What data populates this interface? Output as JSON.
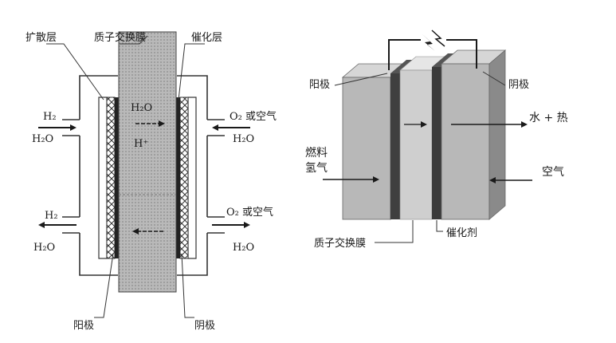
{
  "left_diagram": {
    "labels": {
      "diffusion_layer": "扩散层",
      "pem": "质子交换膜",
      "catalyst_layer": "催化层",
      "anode": "阳极",
      "cathode": "阴极",
      "h2o_center": "H₂O",
      "h_plus": "H⁺",
      "inlet_left_top": "H₂",
      "outlet_left_top": "H₂O",
      "inlet_right_top": "O₂ 或空气",
      "outlet_right_top": "H₂O",
      "inlet_left_bottom": "H₂",
      "outlet_left_bottom": "H₂O",
      "inlet_right_bottom": "O₂ 或空气",
      "outlet_right_bottom": "H₂O"
    }
  },
  "right_diagram": {
    "labels": {
      "anode": "阳极",
      "cathode": "阴极",
      "fuel_line1": "燃料",
      "fuel_line2": "氢气",
      "water_heat": "水 + 热",
      "air": "空气",
      "pem": "质子交换膜",
      "catalyst": "催化剂"
    }
  },
  "colors": {
    "ink": "#1a1a1a",
    "membrane": "#b4b4b4",
    "plate_light": "#bdbdbd",
    "plate_dark": "#4a4a4a",
    "catalyst": "#333333"
  }
}
